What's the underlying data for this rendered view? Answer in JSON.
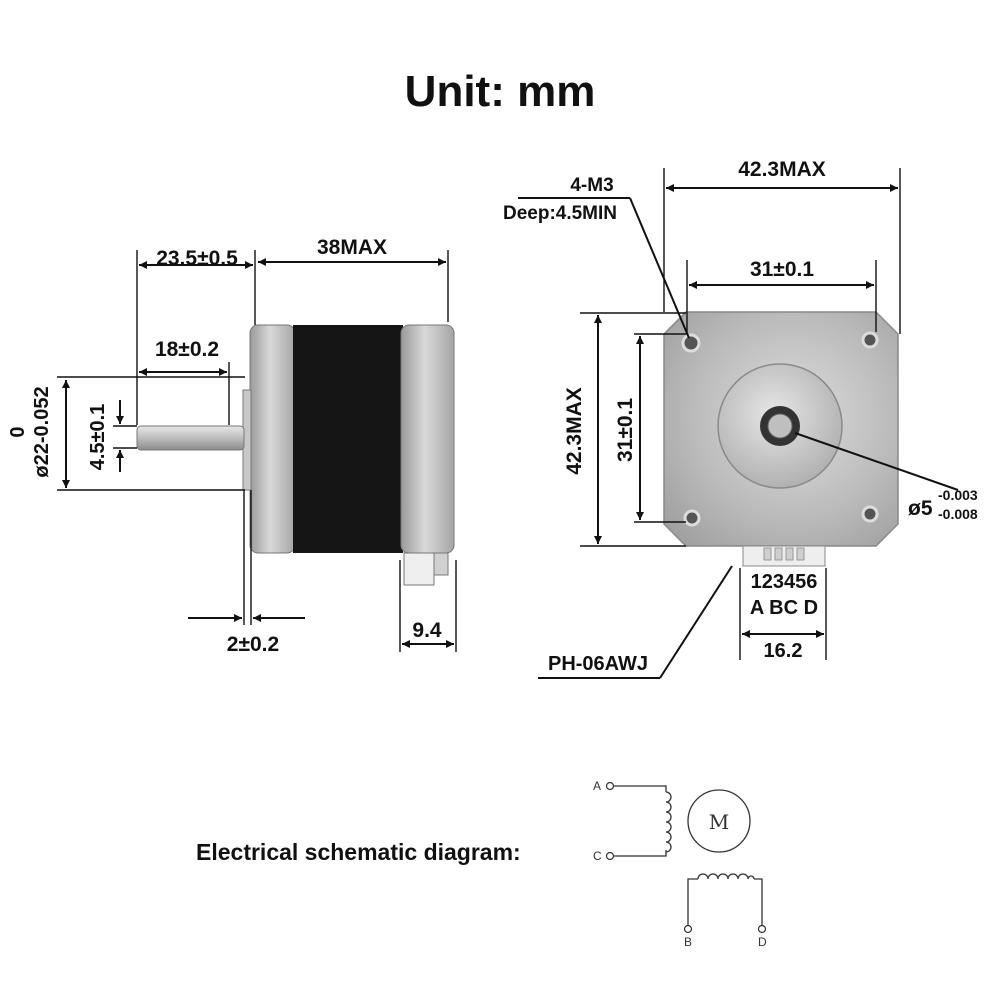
{
  "title": "Unit: mm",
  "side_view": {
    "shaft_length": "23.5±0.5",
    "body_length": "38MAX",
    "shaft_flat": "18±0.2",
    "boss_diameter_upper": "0",
    "boss_diameter": "ø22-0.052",
    "flat_depth": "4.5±0.1",
    "boss_height": "2±0.2",
    "connector_depth": "9.4"
  },
  "front_view": {
    "thread_spec": "4-M3",
    "thread_depth": "Deep:4.5MIN",
    "width": "42.3MAX",
    "hole_spacing_x": "31±0.1",
    "height": "42.3MAX",
    "hole_spacing_y": "31±0.1",
    "shaft_diameter": "ø5",
    "shaft_tol_upper": "-0.003",
    "shaft_tol_lower": "-0.008",
    "pin_numbers": "123456",
    "pin_letters": "A BC D",
    "connector_model": "PH-06AWJ",
    "connector_width": "16.2"
  },
  "schematic": {
    "label": "Electrical schematic diagram:",
    "motor": "M",
    "terminal_a": "A",
    "terminal_c": "C",
    "terminal_b": "B",
    "terminal_d": "D"
  },
  "colors": {
    "line": "#111111",
    "body_black": "#151515",
    "metal": "#bdbdbd"
  }
}
